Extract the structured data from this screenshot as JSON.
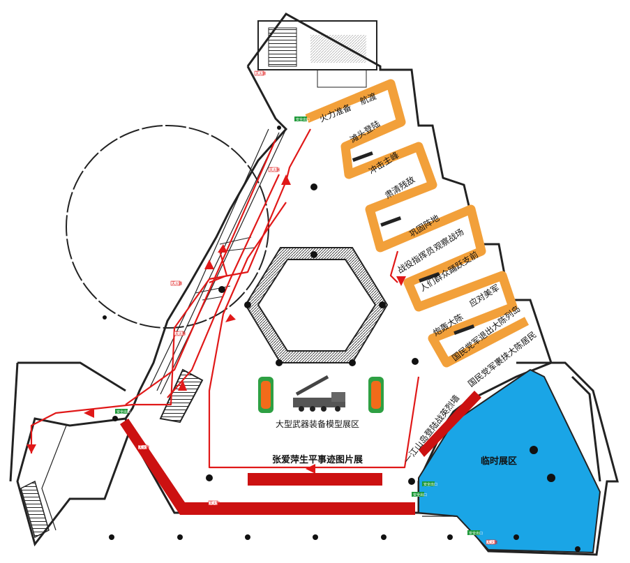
{
  "colors": {
    "wall": "#222222",
    "route": "#e01818",
    "corridor": "#f2a03a",
    "temp_hall": "#1aa5e6",
    "bar": "#cc1111",
    "exit_sign": "#1f9a3a"
  },
  "zones": {
    "weapons_area": "大型武器装备模型展区",
    "photo_exhibit": "张爱萍生平事迹图片展",
    "temporary_hall": "临时展区"
  },
  "sections": [
    "火力准备",
    "航渡",
    "滩头登陆",
    "冲击主峰",
    "肃清残敌",
    "巩固阵地",
    "战役指挥员",
    "观察战场",
    "人们群众踊跃支前",
    "应对美军",
    "炮轰大陈",
    "国民党军退出大陈列岛",
    "国民党军裹挟大陈居民",
    "一江山岛登陆战英烈墙"
  ],
  "signs": {
    "fire_extinguisher": "灭火器",
    "safe_exit": "安全出口"
  },
  "icons": [
    "pillar-icon",
    "direction-arrow-icon",
    "missile-launcher-icon",
    "green-display-case-icon"
  ]
}
